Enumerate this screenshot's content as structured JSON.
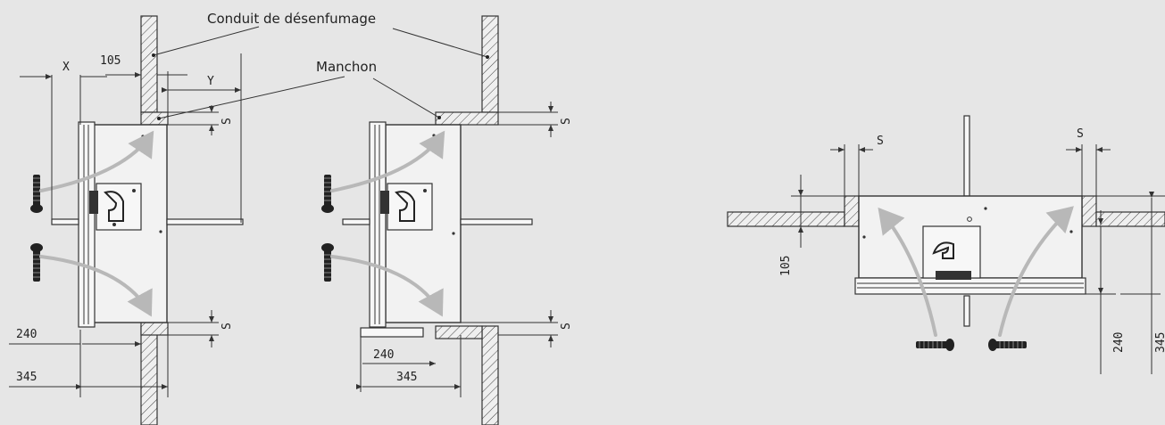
{
  "labels": {
    "flue_duct": "Conduit de désenfumage",
    "sleeve": "Manchon"
  },
  "dimensions": {
    "x": "X",
    "y": "Y",
    "d105": "105",
    "d240": "240",
    "d345": "345",
    "s": "S"
  },
  "colors": {
    "background": "#e6e6e6",
    "line": "#333333",
    "arrow": "#b8b8b8"
  }
}
